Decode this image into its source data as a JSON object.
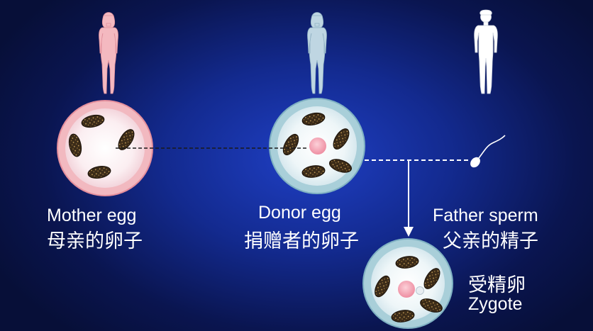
{
  "nodes": {
    "mother": {
      "en": "Mother egg",
      "zh": "母亲的卵子",
      "ring_color": "#f2b9c0",
      "body_color": "#f5a7b3"
    },
    "donor": {
      "en": "Donor egg",
      "zh": "捐赠者的卵子",
      "ring_color": "#a9cfd9",
      "body_color": "#a7c5d3"
    },
    "father": {
      "en": "Father sperm",
      "zh": "父亲的精子",
      "body_color": "#ffffff"
    },
    "zygote": {
      "zh": "受精卵",
      "en": "Zygote",
      "ring_color": "#a9cfd9"
    }
  },
  "colors": {
    "nucleus": "#f3a0b0",
    "mitochondria": "#3a2a1a",
    "arrow": "#ffffff"
  }
}
